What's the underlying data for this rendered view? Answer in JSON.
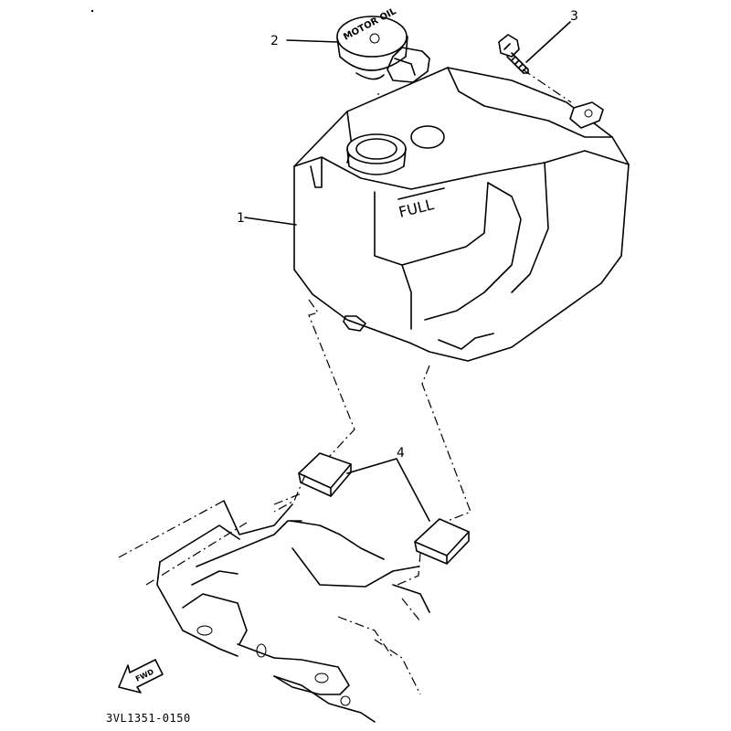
{
  "diagram": {
    "callouts": [
      "1",
      "2",
      "3",
      "4"
    ],
    "cap_text": "MOTOR OIL",
    "tank_text": "FULL",
    "forward_text": "FWD",
    "part_number": "3VL1351-0150"
  },
  "colors": {
    "line": "#000000",
    "background": "#ffffff"
  }
}
